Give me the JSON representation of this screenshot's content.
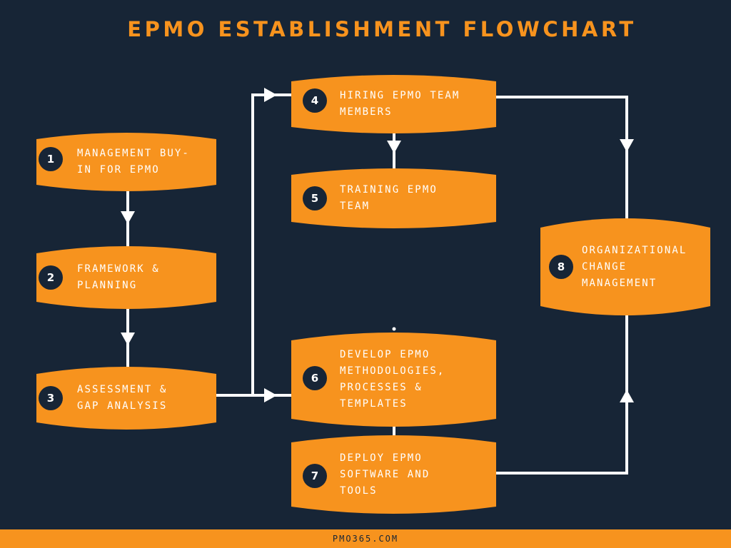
{
  "title": "EPMO ESTABLISHMENT FLOWCHART",
  "footer": "PMO365.COM",
  "colors": {
    "background": "#172536",
    "accent": "#f7931e",
    "connector": "#ffffff"
  },
  "steps": [
    {
      "num": "1",
      "label": "MANAGEMENT BUY-\nIN FOR EPMO"
    },
    {
      "num": "2",
      "label": "FRAMEWORK &\nPLANNING"
    },
    {
      "num": "3",
      "label": "ASSESSMENT &\nGAP ANALYSIS"
    },
    {
      "num": "4",
      "label": "HIRING EPMO TEAM\nMEMBERS"
    },
    {
      "num": "5",
      "label": "TRAINING EPMO\nTEAM"
    },
    {
      "num": "6",
      "label": "DEVELOP EPMO\nMETHODOLOGIES,\nPROCESSES &\nTEMPLATES"
    },
    {
      "num": "7",
      "label": "DEPLOY EPMO\nSOFTWARE AND\nTOOLS"
    },
    {
      "num": "8",
      "label": "ORGANIZATIONAL\nCHANGE\nMANAGEMENT"
    }
  ]
}
